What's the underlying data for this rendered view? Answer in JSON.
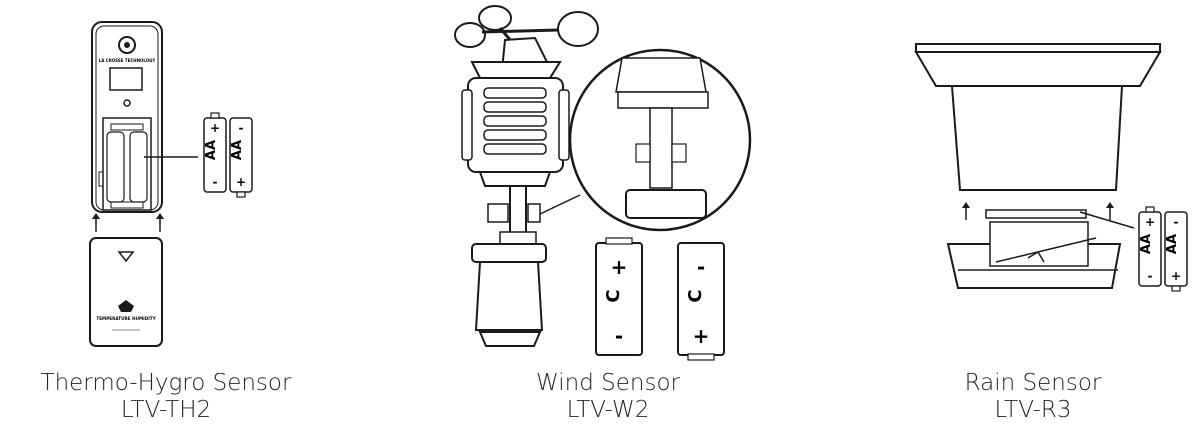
{
  "sensors": [
    {
      "name": "Thermo-Hygro Sensor",
      "model": "LTV-TH2"
    },
    {
      "name": "Wind Sensor",
      "model": "LTV-W2"
    },
    {
      "name": "Rain Sensor",
      "model": "LTV-R3"
    }
  ],
  "battery_labels": {
    "aa": "AA",
    "c": "C",
    "plus": "+",
    "minus": "-"
  },
  "device_text": {
    "brand": "LA CROSSE TECHNOLOGY",
    "sensor_type": "TEMPERATURE HUMIDITY"
  },
  "colors": {
    "line": "#1a1a1a",
    "fill_light": "#f4f4f4",
    "fill_mid": "#d9d9d9"
  }
}
